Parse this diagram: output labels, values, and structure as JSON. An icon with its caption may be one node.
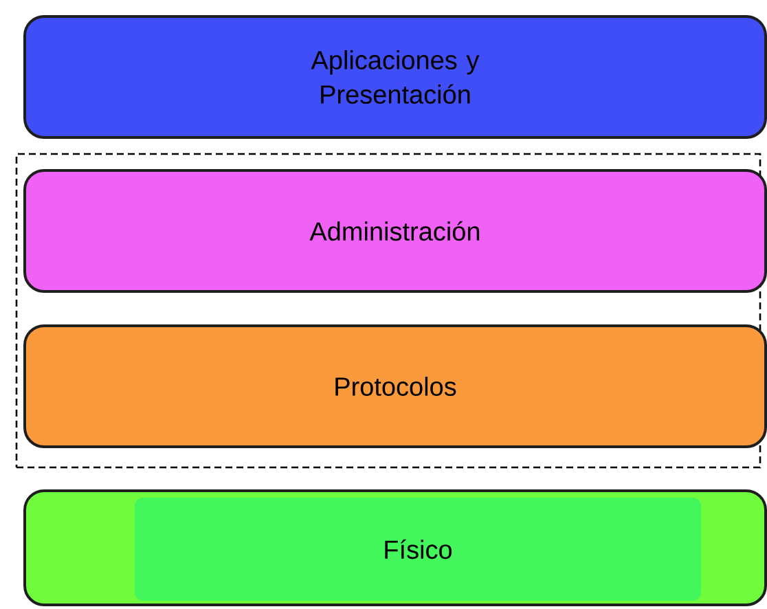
{
  "diagram": {
    "nodes": [
      {
        "text": [
          "Aplicaciones y Presentación"
        ]
      },
      {
        "text": [],
        "shape": "box"
      },
      {
        "text": [
          "Administración"
        ],
        "in": 1
      },
      {
        "text": [
          "Protocolos"
        ],
        "in": 1
      },
      {
        "text": [],
        "shape": "box"
      },
      {
        "text": [
          "Físico"
        ],
        "in": 4
      }
    ]
  }
}
